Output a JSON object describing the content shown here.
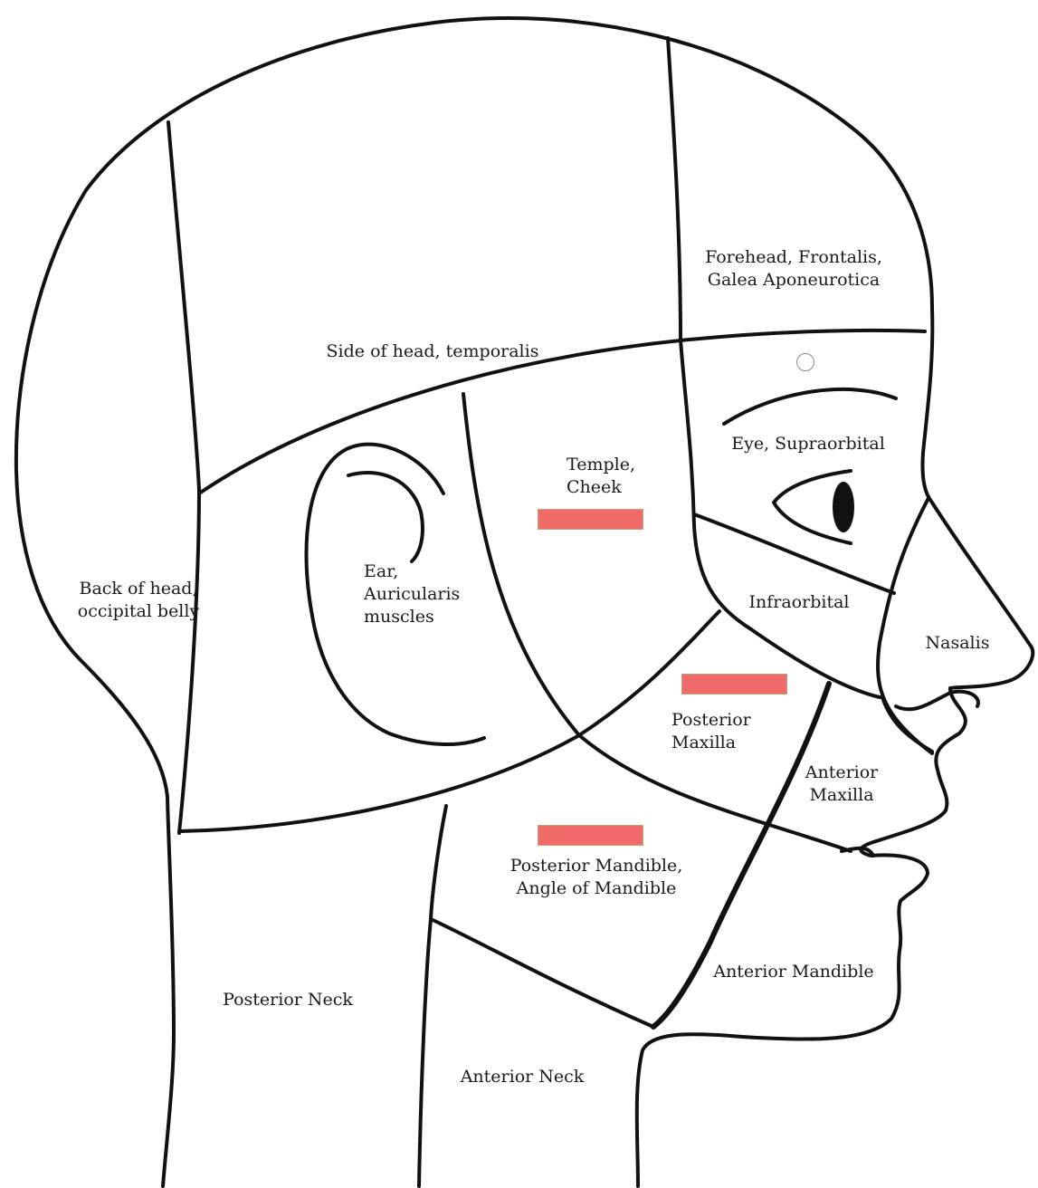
{
  "regions": {
    "forehead": "Forehead, Frontalis,\nGalea Aponeurotica",
    "side_head": "Side of head, temporalis",
    "back_head": "Back of head,\noccipital belly",
    "eye": "Eye, Supraorbital",
    "temple": "Temple,\nCheek",
    "ear": "Ear,\nAuricularis\nmuscles",
    "infraorbital": "Infraorbital",
    "nasalis": "Nasalis",
    "post_maxilla": "Posterior\nMaxilla",
    "ant_maxilla": "Anterior\nMaxilla",
    "post_mandible": "Posterior Mandible,\nAngle of Mandible",
    "ant_mandible": "Anterior Mandible",
    "post_neck": "Posterior Neck",
    "ant_neck": "Anterior Neck"
  },
  "marker_color": "#f06a6a",
  "line_color": "#111111",
  "markers": [
    "highlight-temple",
    "highlight-posterior-maxilla",
    "highlight-posterior-mandible"
  ],
  "hotspot": "circle-marker"
}
